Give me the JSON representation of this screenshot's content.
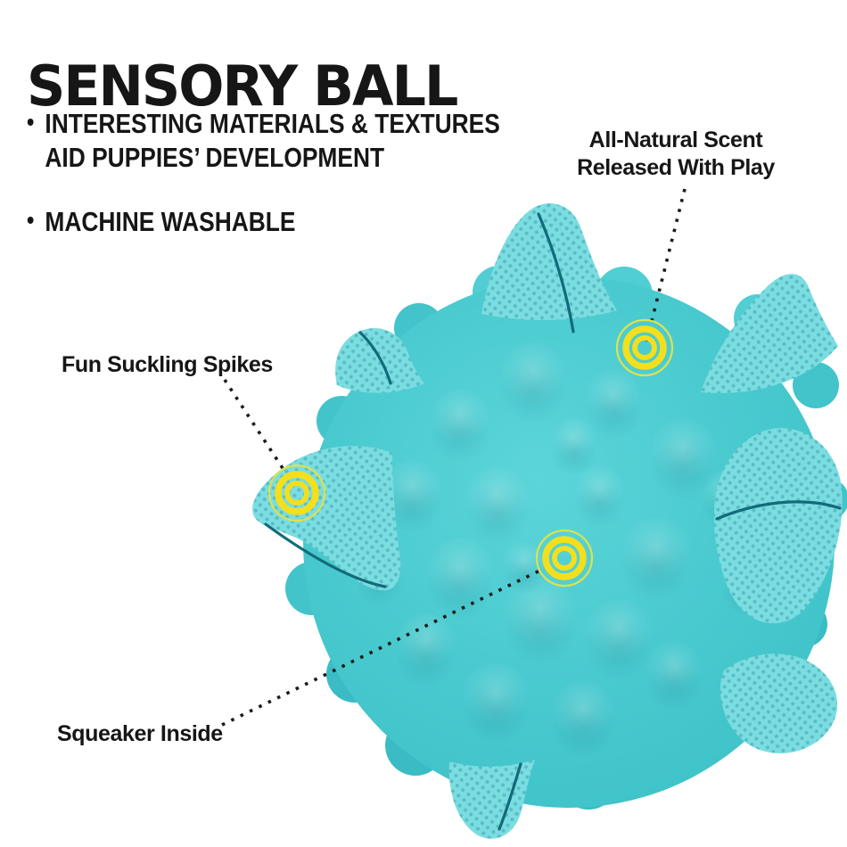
{
  "title": "SENSORY BALL",
  "features": {
    "bullet_glyph": "•",
    "items": [
      {
        "lines": [
          "INTERESTING MATERIALS & TEXTURES",
          "AID PUPPIES’ DEVELOPMENT"
        ]
      },
      {
        "lines": [
          "MACHINE WASHABLE"
        ]
      }
    ]
  },
  "callouts": {
    "scent": {
      "line1": "All-Natural Scent",
      "line2": "Released With Play"
    },
    "spikes": {
      "label": "Fun Suckling Spikes"
    },
    "squeaker": {
      "label": "Squeaker Inside"
    }
  },
  "illustration": {
    "alt": "Teal bumpy sensory ball with knitted suckling spikes; yellow target markers point to scent area, spike and squeaker"
  },
  "colors": {
    "text-black": "#161616",
    "line-black": "#1b1b1b",
    "ball-teal": "#46c8cd",
    "ball-teal-light": "#5cd5d9",
    "ball-teal-dark": "#37b8c0",
    "spike-teal": "#7adde1",
    "knit-dot": "#15707f",
    "seam-teal": "#126b7a",
    "marker-yellow": "#f4df1c",
    "marker-ring-outer": "#dfe14d"
  }
}
